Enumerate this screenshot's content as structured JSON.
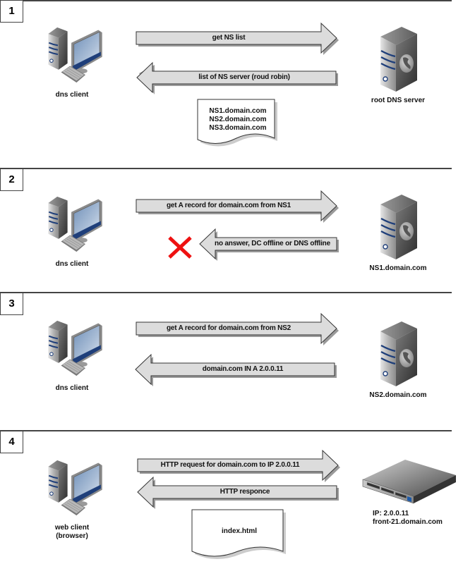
{
  "title": "DNS round robin failover and HTTP request flow",
  "colors": {
    "arrow_fill": "#dcdcdc",
    "arrow_stroke": "#333333",
    "error_x": "#ee1111",
    "accent_blue": "#1f3f7a"
  },
  "sections": [
    {
      "step": "1",
      "client": {
        "label": "dns client",
        "icon": "desktop-computer-icon"
      },
      "server": {
        "label": "root DNS server",
        "icon": "dns-server-tower-icon"
      },
      "request": {
        "label": "get NS list",
        "direction": "right"
      },
      "response": {
        "label": "list of NS server (roud robin)",
        "direction": "left"
      },
      "document": {
        "lines": [
          "NS1.domain.com",
          "NS2.domain.com",
          "NS3.domain.com"
        ]
      }
    },
    {
      "step": "2",
      "client": {
        "label": "dns client",
        "icon": "desktop-computer-icon"
      },
      "server": {
        "label": "NS1.domain.com",
        "icon": "dns-server-tower-icon"
      },
      "request": {
        "label": "get A record for domain.com from NS1",
        "direction": "right"
      },
      "response": {
        "label": "no answer, DC offline or DNS offline",
        "direction": "left",
        "failed": true
      }
    },
    {
      "step": "3",
      "client": {
        "label": "dns client",
        "icon": "desktop-computer-icon"
      },
      "server": {
        "label": "NS2.domain.com",
        "icon": "dns-server-tower-icon"
      },
      "request": {
        "label": "get A record for domain.com from NS2",
        "direction": "right"
      },
      "response": {
        "label": "domain.com IN A 2.0.0.11",
        "direction": "left"
      }
    },
    {
      "step": "4",
      "client": {
        "label_lines": [
          "web client",
          "(browser)"
        ],
        "icon": "desktop-computer-icon"
      },
      "server": {
        "label_lines": [
          "IP: 2.0.0.11",
          "front-21.domain.com"
        ],
        "icon": "rack-server-icon"
      },
      "request": {
        "label": "HTTP request  for domain.com to IP 2.0.0.11",
        "direction": "right"
      },
      "response": {
        "label": "HTTP responce",
        "direction": "left"
      },
      "document": {
        "lines": [
          "index.html"
        ]
      }
    }
  ]
}
